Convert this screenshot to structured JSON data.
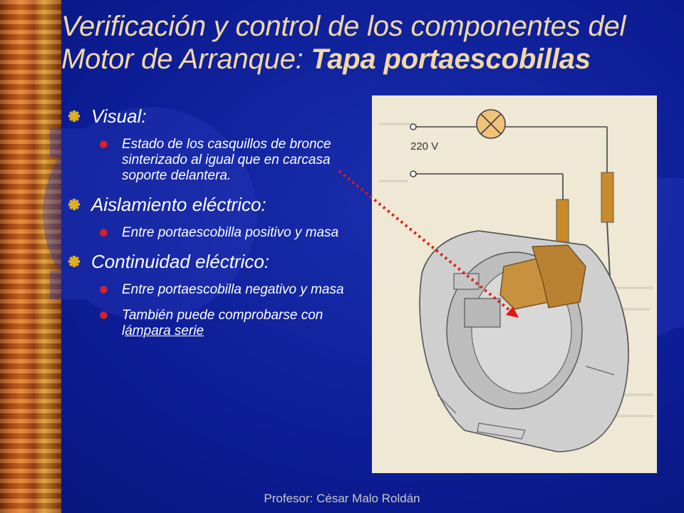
{
  "title": {
    "line1": "Verificación y control de los componentes del",
    "line2_normal": "Motor de Arranque: ",
    "line2_bold": "Tapa portaescobillas"
  },
  "bullets": [
    {
      "text": "Visual:",
      "sub": [
        "Estado de los casquillos de bronce sinterizado al igual que en carcasa soporte delantera."
      ]
    },
    {
      "text": "Aislamiento eléctrico:",
      "sub": [
        "Entre portaescobilla positivo y masa"
      ]
    },
    {
      "text": "Continuidad eléctrico:",
      "sub": [
        "Entre portaescobilla negativo y masa"
      ]
    }
  ],
  "last_sub": {
    "before": "También puede comprobarse con l",
    "link": "ámpara serie"
  },
  "diagram": {
    "voltage": "220 V"
  },
  "footer": "Profesor: César Malo Roldán",
  "colors": {
    "title": "#f2d9a0",
    "background": "#0b1a8c",
    "bullet": "#e0b020",
    "arrow": "#e01818"
  }
}
